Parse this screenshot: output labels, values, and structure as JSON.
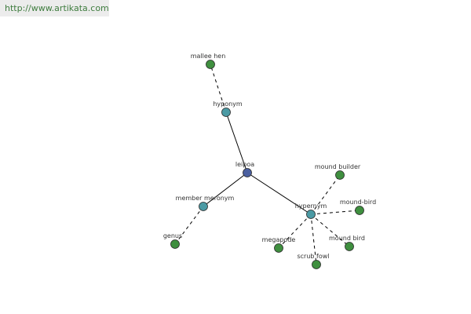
{
  "site_url": "http://www.artikata.com",
  "colors": {
    "center_node": "#4a5f9f",
    "relation_node": "#4b9aa4",
    "word_node": "#3f8f3f",
    "node_stroke": "#2a2a2a",
    "edge": "#000000",
    "banner_text": "#3e7c3e"
  },
  "graph": {
    "nodes": [
      {
        "id": "leipoa",
        "label": "leipoa",
        "kind": "center"
      },
      {
        "id": "hyponym",
        "label": "hyponym",
        "kind": "relation"
      },
      {
        "id": "mallee-hen",
        "label": "mallee hen",
        "kind": "word"
      },
      {
        "id": "member-meronym",
        "label": "member meronym",
        "kind": "relation"
      },
      {
        "id": "genus",
        "label": "genus",
        "kind": "word"
      },
      {
        "id": "hypernym",
        "label": "hypernym",
        "kind": "relation"
      },
      {
        "id": "mound-builder",
        "label": "mound builder",
        "kind": "word"
      },
      {
        "id": "mound-bird-hyphen",
        "label": "mound-bird",
        "kind": "word"
      },
      {
        "id": "mound-bird",
        "label": "mound bird",
        "kind": "word"
      },
      {
        "id": "scrub-fowl",
        "label": "scrub fowl",
        "kind": "word"
      },
      {
        "id": "megapode",
        "label": "megapode",
        "kind": "word"
      }
    ],
    "edges": [
      {
        "from": "leipoa",
        "to": "hyponym",
        "style": "solid"
      },
      {
        "from": "leipoa",
        "to": "member-meronym",
        "style": "solid"
      },
      {
        "from": "leipoa",
        "to": "hypernym",
        "style": "solid"
      },
      {
        "from": "hyponym",
        "to": "mallee-hen",
        "style": "dashed"
      },
      {
        "from": "member-meronym",
        "to": "genus",
        "style": "dashed"
      },
      {
        "from": "hypernym",
        "to": "mound-builder",
        "style": "dashed"
      },
      {
        "from": "hypernym",
        "to": "mound-bird-hyphen",
        "style": "dashed"
      },
      {
        "from": "hypernym",
        "to": "mound-bird",
        "style": "dashed"
      },
      {
        "from": "hypernym",
        "to": "scrub-fowl",
        "style": "dashed"
      },
      {
        "from": "hypernym",
        "to": "megapode",
        "style": "dashed"
      }
    ]
  }
}
